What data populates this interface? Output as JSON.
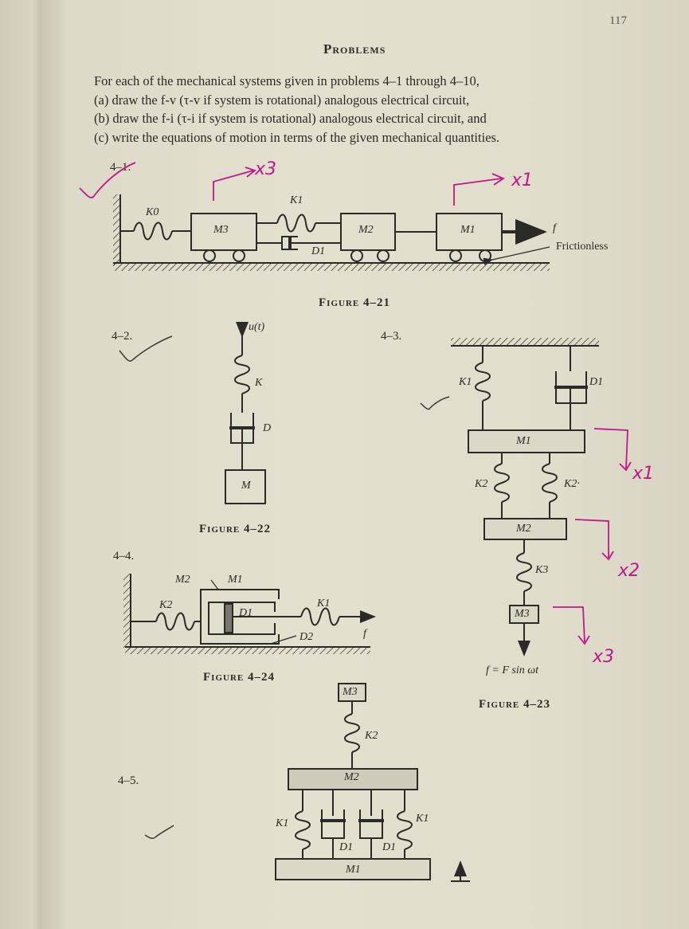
{
  "page_number": "117",
  "heading": "Problems",
  "intro": [
    "For each of the mechanical systems given in problems 4–1 through 4–10,",
    "(a) draw the f-v (τ-v if system is rotational) analogous electrical circuit,",
    "(b) draw the f-i (τ-i if system is rotational) analogous electrical circuit, and",
    "(c) write the equations of motion in terms of the given mechanical quantities."
  ],
  "problems": {
    "p41": "4–1.",
    "p42": "4–2.",
    "p43": "4–3.",
    "p44": "4–4.",
    "p45": "4–5."
  },
  "figures": {
    "fig21": {
      "caption": "Figure 4–21",
      "labels": {
        "K0": "K0",
        "M3": "M3",
        "K1": "K1",
        "D1": "D1",
        "M2": "M2",
        "M1": "M1",
        "f": "f",
        "frictionless": "Frictionless"
      }
    },
    "fig22": {
      "caption": "Figure 4–22",
      "labels": {
        "u": "u(t)",
        "K": "K",
        "D": "D",
        "M": "M"
      }
    },
    "fig23": {
      "caption": "Figure 4–23",
      "labels": {
        "K1": "K1",
        "D1": "D1",
        "M1": "M1",
        "K2a": "K2",
        "K2b": "K2·",
        "M2": "M2",
        "K3": "K3",
        "M3": "M3",
        "force": "f = F sin ωt"
      }
    },
    "fig24": {
      "caption": "Figure 4–24",
      "labels": {
        "M2": "M2",
        "M1": "M1",
        "K2": "K2",
        "D1": "D1",
        "K1": "K1",
        "D2": "D2",
        "f": "f"
      }
    },
    "fig25": {
      "labels": {
        "M3": "M3",
        "K2": "K2",
        "M2": "M2",
        "K1a": "K1",
        "K1b": "K1",
        "D1a": "D1",
        "D1b": "D1",
        "M1": "M1"
      }
    }
  },
  "annotations": {
    "x3_top": "x3",
    "x1_top": "x1",
    "x1_right": "x1",
    "x2_right": "x2",
    "x3_right": "x3"
  },
  "colors": {
    "paper": "#e2decd",
    "ink": "#2b2a26",
    "pen": "#c0188a"
  }
}
